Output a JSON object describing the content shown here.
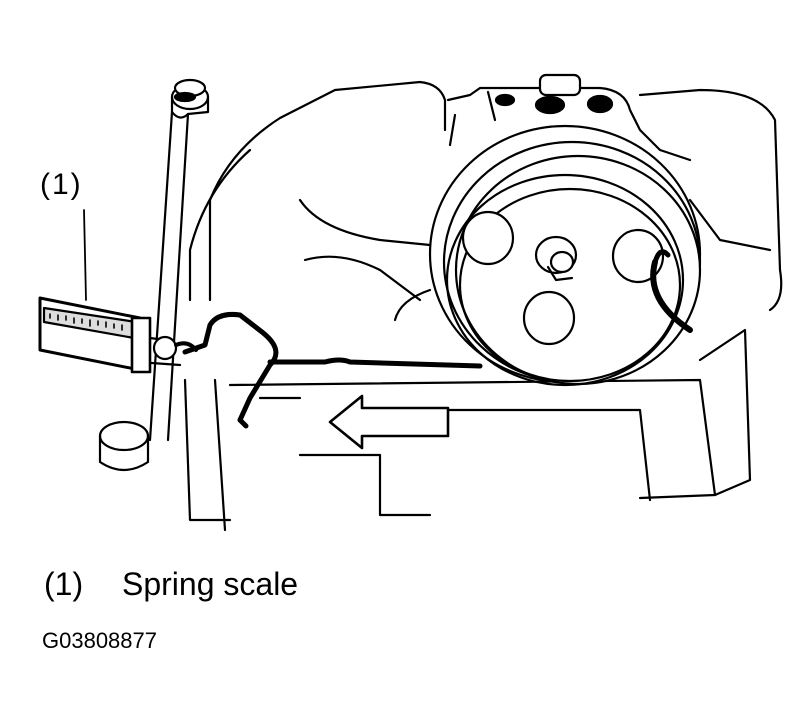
{
  "figure": {
    "callout_label": "(1)",
    "legend": [
      {
        "number": "(1)",
        "text": "Spring scale"
      }
    ],
    "figure_id": "G03808877"
  }
}
